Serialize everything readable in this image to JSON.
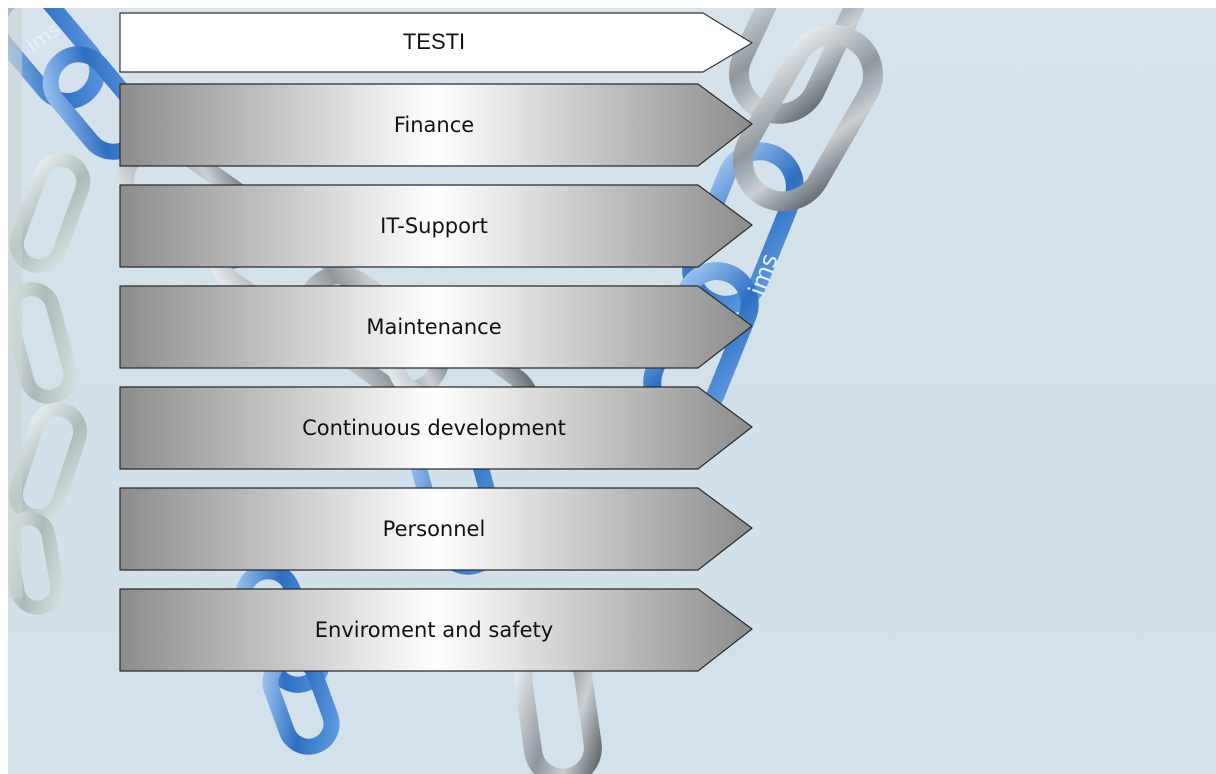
{
  "header": {
    "label": "TESTI"
  },
  "menu": {
    "items": [
      {
        "label": "Finance"
      },
      {
        "label": "IT-Support"
      },
      {
        "label": "Maintenance"
      },
      {
        "label": "Continuous development"
      },
      {
        "label": "Personnel"
      },
      {
        "label": "Enviroment and safety"
      }
    ]
  },
  "background": {
    "chain_brand_text": "ims",
    "colors": {
      "sky": "#d3e1eb",
      "chain_blue": "#3d7fcf",
      "chain_steel": "#9aa3aa",
      "arrow_dark": "#8a8a8a",
      "arrow_light": "#ffffff"
    }
  }
}
